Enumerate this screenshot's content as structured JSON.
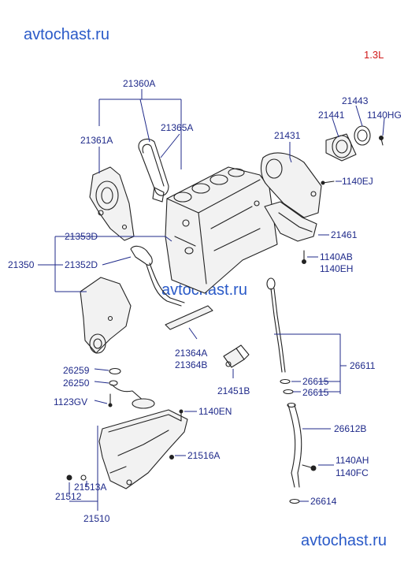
{
  "watermarks": [
    "avtochast.ru",
    "avtochast.ru",
    "avtochast.ru"
  ],
  "engine_label": "1.3L",
  "colors": {
    "label": "#1f2a8a",
    "watermark": "#2a5ac8",
    "engine": "#d01818",
    "part_line": "#222222"
  },
  "labels": {
    "l21360A": "21360A",
    "l21361A": "21361A",
    "l21365A": "21365A",
    "l21431": "21431",
    "l21441": "21441",
    "l21443": "21443",
    "l1140HG": "1140HG",
    "l1140EJ": "1140EJ",
    "l21461": "21461",
    "l1140AB": "1140AB",
    "l1140EH": "1140EH",
    "l21353D": "21353D",
    "l21350": "21350",
    "l21352D": "21352D",
    "l21364A": "21364A",
    "l21364B": "21364B",
    "l21451B": "21451B",
    "l26259": "26259",
    "l26250": "26250",
    "l1123GV": "1123GV",
    "l1140EN": "1140EN",
    "l21516A": "21516A",
    "l21513A": "21513A",
    "l21512": "21512",
    "l21510": "21510",
    "l26611": "26611",
    "l26615a": "26615",
    "l26615b": "26615",
    "l26612B": "26612B",
    "l1140AH": "1140AH",
    "l1140FC": "1140FC",
    "l26614": "26614"
  }
}
